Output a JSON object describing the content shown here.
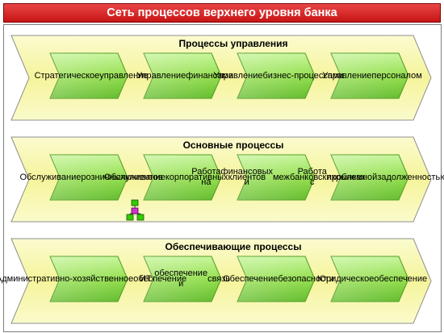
{
  "title": "Сеть процессов верхнего уровня банка",
  "colors": {
    "title_bar": "#d42222",
    "band_fill": "#f6f5a0",
    "chevron_fill": "#9be050",
    "chevron_dark": "#4ca71c",
    "icon_green": "#33cc00",
    "icon_magenta": "#cc33cc"
  },
  "groups": [
    {
      "title": "Процессы управления",
      "items": [
        [
          "Стратегическое",
          "управление"
        ],
        [
          "Управление",
          "финансами"
        ],
        [
          "Управление",
          "бизнес-",
          "процессами"
        ],
        [
          "Управление",
          "персоналом"
        ]
      ]
    },
    {
      "title": "Основные процессы",
      "items": [
        [
          "Обслуживание",
          "розничных",
          "клиентов"
        ],
        [
          "Обслуживание",
          "корпоративных",
          "клиентов"
        ],
        [
          "Работа на",
          "финансовых и",
          "межбанковских",
          "рынках"
        ],
        [
          "Работа с",
          "проблемной",
          "задолженностью"
        ]
      ]
    },
    {
      "title": "Обеспечивающие процессы",
      "items": [
        [
          "Административно-",
          "хозяйственное",
          "обеспечение"
        ],
        [
          "ИТ-",
          "обеспечение и",
          "связь"
        ],
        [
          "Обеспечение",
          "безопасности"
        ],
        [
          "Юридическое",
          "обеспечение"
        ]
      ]
    }
  ],
  "decor": {
    "hierarchy_icon": "org-chart-icon"
  }
}
